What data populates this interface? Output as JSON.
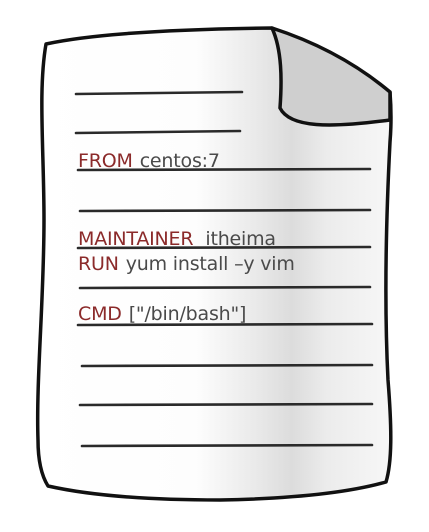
{
  "document": {
    "icon": "document-page-icon",
    "lines": [
      {
        "keyword": "FROM",
        "argument": "centos:7"
      },
      {
        "keyword": "MAINTAINER",
        "argument": "itheima"
      },
      {
        "keyword": "RUN",
        "argument": "yum install –y vim"
      },
      {
        "keyword": "CMD",
        "argument": "[\"/bin/bash\"]"
      }
    ]
  },
  "colors": {
    "keyword": "#8b2a2a",
    "argument": "#4a4a4a",
    "outline": "#111111",
    "fold": "#cfcfcf"
  }
}
